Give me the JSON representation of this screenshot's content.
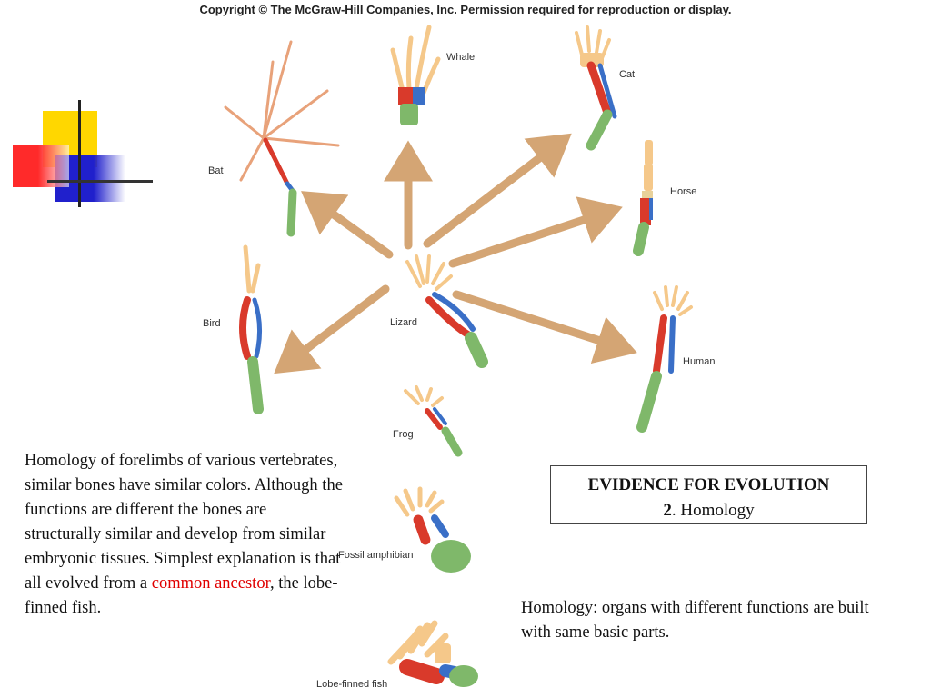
{
  "copyright": "Copyright © The McGraw-Hill Companies, Inc. Permission required for reproduction or display.",
  "labels": {
    "whale": "Whale",
    "cat": "Cat",
    "bat": "Bat",
    "horse": "Horse",
    "bird": "Bird",
    "lizard": "Lizard",
    "human": "Human",
    "frog": "Frog",
    "fossil_amphibian": "Fossil amphibian",
    "lobe_finned_fish": "Lobe-finned fish"
  },
  "description": {
    "before": "Homology of forelimbs of various vertebrates, similar bones have similar colors. Although the functions are different the bones are structurally similar and develop from similar embryonic tissues.  Simplest explanation is that all evolved from a ",
    "highlight": "common ancestor",
    "after": ", the lobe-finned fish."
  },
  "evidence_box": {
    "title": "EVIDENCE FOR EVOLUTION",
    "number": "2",
    "subtitle": ". Homology"
  },
  "definition": "Homology: organs with different functions are built with same basic parts.",
  "colors": {
    "humerus": "#d93a2b",
    "radius_ulna": "#3a6fc7",
    "carpals_green": "#7fb86a",
    "digits": "#f5c88a",
    "arrow": "#d4a574",
    "deco_yellow": "#ffd700",
    "deco_red": "#ff3030",
    "deco_blue": "#2020cc"
  }
}
